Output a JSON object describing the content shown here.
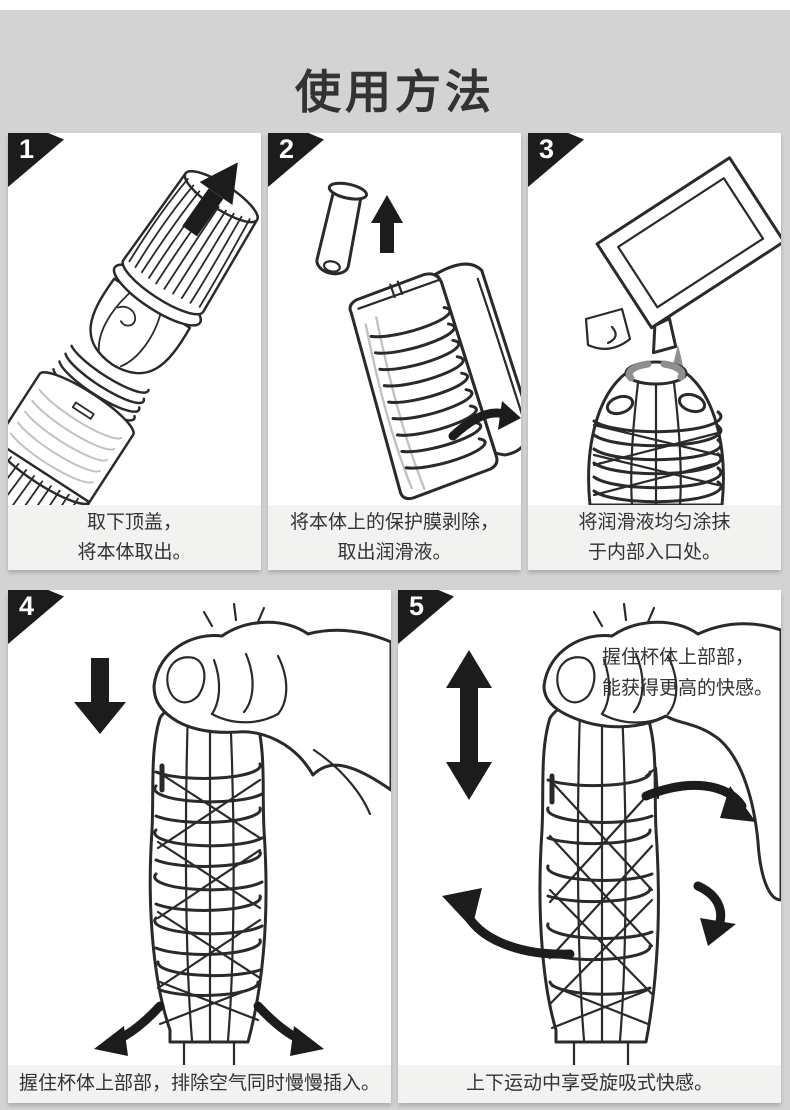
{
  "page": {
    "title": "使用方法",
    "colors": {
      "background": "#d3d3d3",
      "panel": "#ffffff",
      "caption_background": "#f2f2f0",
      "badge_black": "#1c1c1c",
      "line_ink": "#2a2a2a",
      "text": "#333333",
      "lubricant_gray": "#8f8f8f"
    }
  },
  "steps": [
    {
      "number": "1",
      "caption": "取下顶盖，\n将本体取出。",
      "icons": [
        "arrow-up-right-icon"
      ]
    },
    {
      "number": "2",
      "caption": "将本体上的保护膜剥除，\n取出润滑液。",
      "icons": [
        "arrow-up-icon",
        "peel-arrow-icon"
      ]
    },
    {
      "number": "3",
      "caption": "将润滑液均匀涂抹\n于内部入口处。",
      "icons": [
        "lubricant-drop-icon"
      ]
    },
    {
      "number": "4",
      "caption": "握住杯体上部部，排除空气同时慢慢插入。",
      "icons": [
        "arrow-down-icon",
        "curve-arrow-left-icon",
        "curve-arrow-right-icon"
      ]
    },
    {
      "number": "5",
      "caption": "上下运动中享受旋吸式快感。",
      "annotation": "握住杯体上部部，\n能获得更高的快感。",
      "icons": [
        "arrow-up-down-icon",
        "rotation-arrow-icon"
      ]
    }
  ]
}
